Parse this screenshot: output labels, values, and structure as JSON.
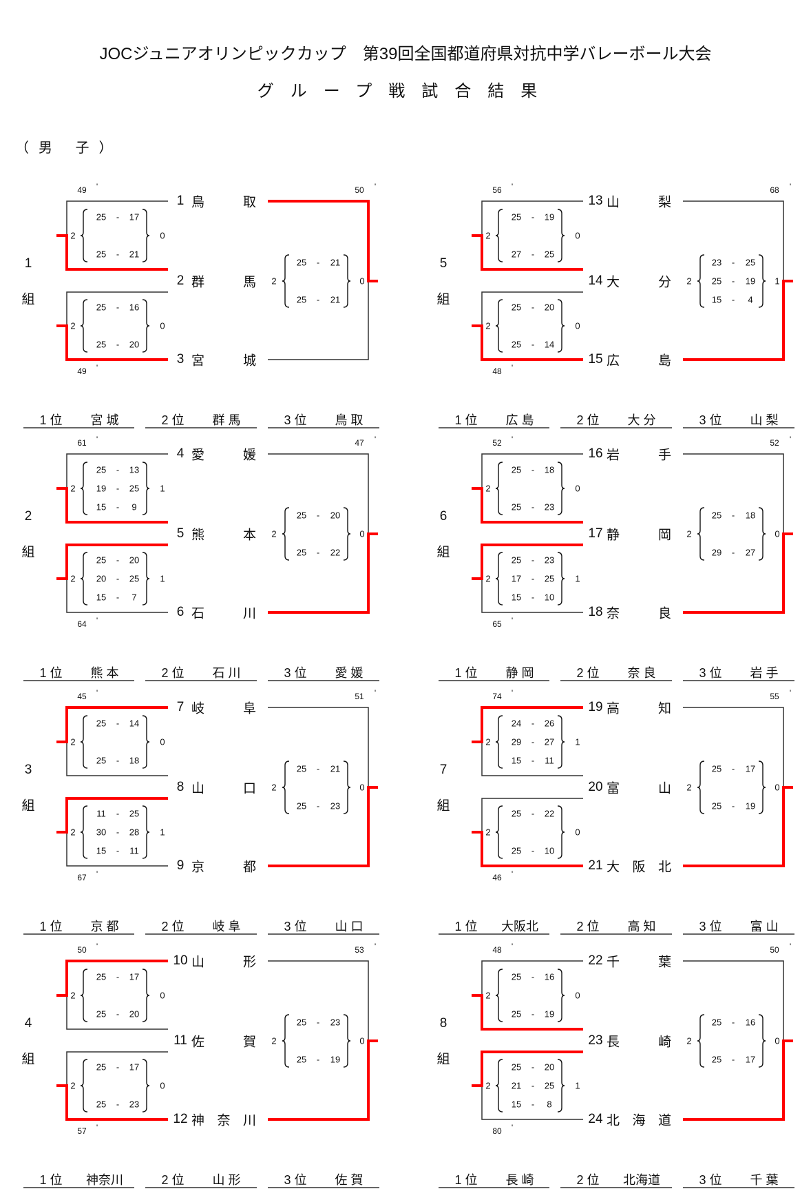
{
  "header": {
    "title": "JOCジュニアオリンピックカップ　第39回全国都道府県対抗中学バレーボール大会",
    "subtitle": "グループ戦試合結果",
    "section": "（男 子）"
  },
  "minute_mark": "'",
  "group_suffix": "組",
  "colors": {
    "winner_line": "#ff0000",
    "line": "#333333"
  },
  "groups": [
    {
      "number": "1",
      "teams": [
        {
          "num": "1",
          "name": "鳥取"
        },
        {
          "num": "2",
          "name": "群馬"
        },
        {
          "num": "3",
          "name": "宮城"
        }
      ],
      "upper": {
        "won": "2",
        "lost": "0",
        "sets": [
          [
            "25",
            "17"
          ],
          [
            "25",
            "21"
          ]
        ],
        "time": "49",
        "winner": "bottom"
      },
      "lower": {
        "won": "2",
        "lost": "0",
        "sets": [
          [
            "25",
            "16"
          ],
          [
            "25",
            "20"
          ]
        ],
        "time": "49",
        "winner": "bottom"
      },
      "final": {
        "won": "2",
        "lost": "0",
        "sets": [
          [
            "25",
            "21"
          ],
          [
            "25",
            "21"
          ]
        ],
        "time": "50",
        "winner": "top"
      },
      "ranking": [
        {
          "place": "1 位",
          "team": "宮 城"
        },
        {
          "place": "2 位",
          "team": "群 馬"
        },
        {
          "place": "3 位",
          "team": "鳥 取"
        }
      ]
    },
    {
      "number": "2",
      "teams": [
        {
          "num": "4",
          "name": "愛媛"
        },
        {
          "num": "5",
          "name": "熊本"
        },
        {
          "num": "6",
          "name": "石川"
        }
      ],
      "upper": {
        "won": "2",
        "lost": "1",
        "sets": [
          [
            "25",
            "13"
          ],
          [
            "19",
            "25"
          ],
          [
            "15",
            "9"
          ]
        ],
        "time": "61",
        "winner": "bottom"
      },
      "lower": {
        "won": "2",
        "lost": "1",
        "sets": [
          [
            "25",
            "20"
          ],
          [
            "20",
            "25"
          ],
          [
            "15",
            "7"
          ]
        ],
        "time": "64",
        "winner": "top"
      },
      "final": {
        "won": "2",
        "lost": "0",
        "sets": [
          [
            "25",
            "20"
          ],
          [
            "25",
            "22"
          ]
        ],
        "time": "47",
        "winner": "bottom"
      },
      "ranking": [
        {
          "place": "1 位",
          "team": "熊 本"
        },
        {
          "place": "2 位",
          "team": "石 川"
        },
        {
          "place": "3 位",
          "team": "愛 媛"
        }
      ]
    },
    {
      "number": "3",
      "teams": [
        {
          "num": "7",
          "name": "岐阜"
        },
        {
          "num": "8",
          "name": "山口"
        },
        {
          "num": "9",
          "name": "京都"
        }
      ],
      "upper": {
        "won": "2",
        "lost": "0",
        "sets": [
          [
            "25",
            "14"
          ],
          [
            "25",
            "18"
          ]
        ],
        "time": "45",
        "winner": "top"
      },
      "lower": {
        "won": "2",
        "lost": "1",
        "sets": [
          [
            "11",
            "25"
          ],
          [
            "30",
            "28"
          ],
          [
            "15",
            "11"
          ]
        ],
        "time": "67",
        "winner": "top"
      },
      "final": {
        "won": "2",
        "lost": "0",
        "sets": [
          [
            "25",
            "21"
          ],
          [
            "25",
            "23"
          ]
        ],
        "time": "51",
        "winner": "bottom"
      },
      "ranking": [
        {
          "place": "1 位",
          "team": "京 都"
        },
        {
          "place": "2 位",
          "team": "岐 阜"
        },
        {
          "place": "3 位",
          "team": "山 口"
        }
      ]
    },
    {
      "number": "4",
      "teams": [
        {
          "num": "10",
          "name": "山形"
        },
        {
          "num": "11",
          "name": "佐賀"
        },
        {
          "num": "12",
          "name": "神奈川"
        }
      ],
      "upper": {
        "won": "2",
        "lost": "0",
        "sets": [
          [
            "25",
            "17"
          ],
          [
            "25",
            "20"
          ]
        ],
        "time": "50",
        "winner": "top"
      },
      "lower": {
        "won": "2",
        "lost": "0",
        "sets": [
          [
            "25",
            "17"
          ],
          [
            "25",
            "23"
          ]
        ],
        "time": "57",
        "winner": "bottom"
      },
      "final": {
        "won": "2",
        "lost": "0",
        "sets": [
          [
            "25",
            "23"
          ],
          [
            "25",
            "19"
          ]
        ],
        "time": "53",
        "winner": "bottom"
      },
      "ranking": [
        {
          "place": "1 位",
          "team": "神奈川"
        },
        {
          "place": "2 位",
          "team": "山 形"
        },
        {
          "place": "3 位",
          "team": "佐 賀"
        }
      ]
    },
    {
      "number": "5",
      "teams": [
        {
          "num": "13",
          "name": "山梨"
        },
        {
          "num": "14",
          "name": "大分"
        },
        {
          "num": "15",
          "name": "広島"
        }
      ],
      "upper": {
        "won": "2",
        "lost": "0",
        "sets": [
          [
            "25",
            "19"
          ],
          [
            "27",
            "25"
          ]
        ],
        "time": "56",
        "winner": "bottom"
      },
      "lower": {
        "won": "2",
        "lost": "0",
        "sets": [
          [
            "25",
            "20"
          ],
          [
            "25",
            "14"
          ]
        ],
        "time": "48",
        "winner": "bottom"
      },
      "final": {
        "won": "2",
        "lost": "1",
        "sets": [
          [
            "23",
            "25"
          ],
          [
            "25",
            "19"
          ],
          [
            "15",
            "4"
          ]
        ],
        "time": "68",
        "winner": "bottom"
      },
      "ranking": [
        {
          "place": "1 位",
          "team": "広 島"
        },
        {
          "place": "2 位",
          "team": "大 分"
        },
        {
          "place": "3 位",
          "team": "山 梨"
        }
      ]
    },
    {
      "number": "6",
      "teams": [
        {
          "num": "16",
          "name": "岩手"
        },
        {
          "num": "17",
          "name": "静岡"
        },
        {
          "num": "18",
          "name": "奈良"
        }
      ],
      "upper": {
        "won": "2",
        "lost": "0",
        "sets": [
          [
            "25",
            "18"
          ],
          [
            "25",
            "23"
          ]
        ],
        "time": "52",
        "winner": "bottom"
      },
      "lower": {
        "won": "2",
        "lost": "1",
        "sets": [
          [
            "25",
            "23"
          ],
          [
            "17",
            "25"
          ],
          [
            "15",
            "10"
          ]
        ],
        "time": "65",
        "winner": "top"
      },
      "final": {
        "won": "2",
        "lost": "0",
        "sets": [
          [
            "25",
            "18"
          ],
          [
            "29",
            "27"
          ]
        ],
        "time": "52",
        "winner": "bottom"
      },
      "ranking": [
        {
          "place": "1 位",
          "team": "静 岡"
        },
        {
          "place": "2 位",
          "team": "奈 良"
        },
        {
          "place": "3 位",
          "team": "岩 手"
        }
      ]
    },
    {
      "number": "7",
      "teams": [
        {
          "num": "19",
          "name": "高知"
        },
        {
          "num": "20",
          "name": "富山"
        },
        {
          "num": "21",
          "name": "大阪北"
        }
      ],
      "upper": {
        "won": "2",
        "lost": "1",
        "sets": [
          [
            "24",
            "26"
          ],
          [
            "29",
            "27"
          ],
          [
            "15",
            "11"
          ]
        ],
        "time": "74",
        "winner": "top"
      },
      "lower": {
        "won": "2",
        "lost": "0",
        "sets": [
          [
            "25",
            "22"
          ],
          [
            "25",
            "10"
          ]
        ],
        "time": "46",
        "winner": "bottom"
      },
      "final": {
        "won": "2",
        "lost": "0",
        "sets": [
          [
            "25",
            "17"
          ],
          [
            "25",
            "19"
          ]
        ],
        "time": "55",
        "winner": "bottom"
      },
      "ranking": [
        {
          "place": "1 位",
          "team": "大阪北"
        },
        {
          "place": "2 位",
          "team": "高 知"
        },
        {
          "place": "3 位",
          "team": "富 山"
        }
      ]
    },
    {
      "number": "8",
      "teams": [
        {
          "num": "22",
          "name": "千葉"
        },
        {
          "num": "23",
          "name": "長崎"
        },
        {
          "num": "24",
          "name": "北海道"
        }
      ],
      "upper": {
        "won": "2",
        "lost": "0",
        "sets": [
          [
            "25",
            "16"
          ],
          [
            "25",
            "19"
          ]
        ],
        "time": "48",
        "winner": "bottom"
      },
      "lower": {
        "won": "2",
        "lost": "1",
        "sets": [
          [
            "25",
            "20"
          ],
          [
            "21",
            "25"
          ],
          [
            "15",
            "8"
          ]
        ],
        "time": "80",
        "winner": "top"
      },
      "final": {
        "won": "2",
        "lost": "0",
        "sets": [
          [
            "25",
            "16"
          ],
          [
            "25",
            "17"
          ]
        ],
        "time": "50",
        "winner": "bottom"
      },
      "ranking": [
        {
          "place": "1 位",
          "team": "長 崎"
        },
        {
          "place": "2 位",
          "team": "北海道"
        },
        {
          "place": "3 位",
          "team": "千 葉"
        }
      ]
    }
  ]
}
